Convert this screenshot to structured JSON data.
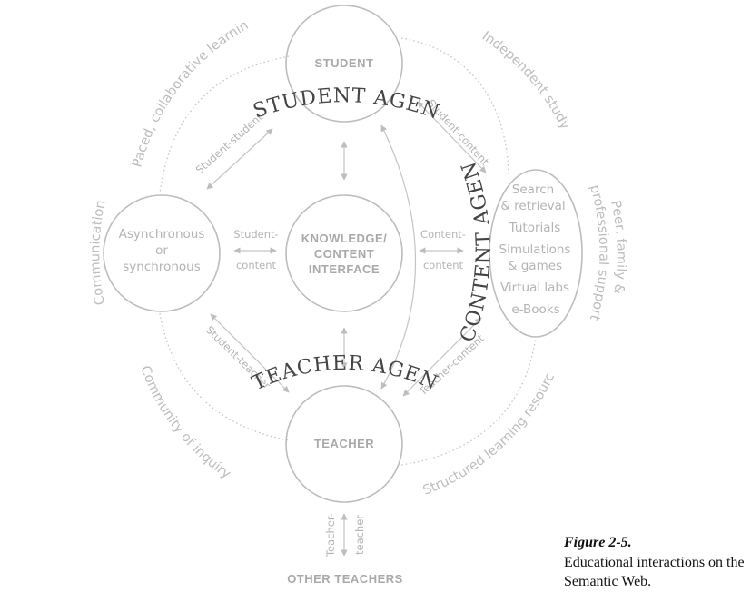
{
  "nodes": {
    "student": "STUDENT",
    "teacher": "TEACHER",
    "knowledge": [
      "KNOWLEDGE/",
      "CONTENT",
      "INTERFACE"
    ],
    "async": [
      "Asynchronous",
      "or",
      "synchronous"
    ],
    "content_items": [
      "Search",
      "& retrieval",
      "Tutorials",
      "Simulations",
      "& games",
      "Virtual labs",
      "e-Books"
    ],
    "other_teachers": "OTHER TEACHERS"
  },
  "links": {
    "student_student": "Student-student",
    "student_content_top": "Student-content",
    "student_content_mid": [
      "Student-",
      "content"
    ],
    "content_content": [
      "Content-",
      "content"
    ],
    "student_teacher": "Student-teacher",
    "teacher_content": "Teacher-content",
    "teacher_teacher": [
      "Teacher-",
      "teacher"
    ]
  },
  "arcs": {
    "paced": "Paced, collaborative learning",
    "independent": "Independent study",
    "communication": "Communication",
    "community": "Community of inquiry",
    "structured": "Structured learning resources",
    "peer": [
      "Peer, family &",
      "professional support"
    ]
  },
  "agents": {
    "student": "STUDENT AGENTS",
    "content": "CONTENT AGENTS",
    "teacher": "TEACHER AGENTS"
  },
  "caption": {
    "figure": "Figure 2-5.",
    "text": "Educational interactions on the Semantic Web."
  }
}
